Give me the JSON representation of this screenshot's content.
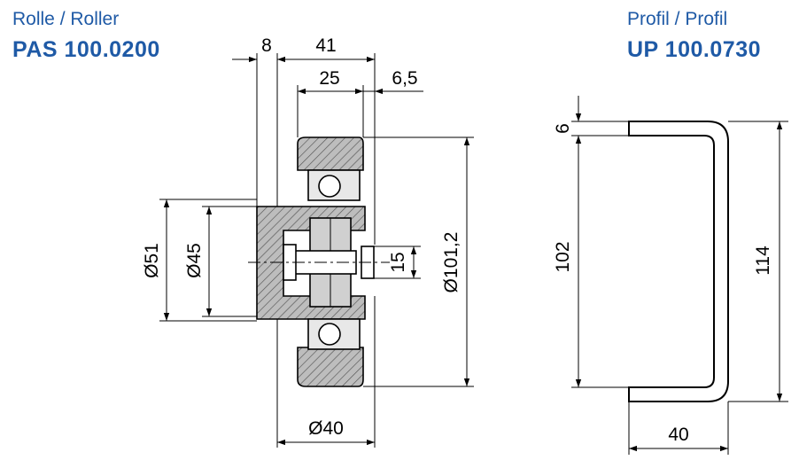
{
  "roller": {
    "label": "Rolle / Roller",
    "code": "PAS 100.0200"
  },
  "profile": {
    "label": "Profil / Profil",
    "code": "UP 100.0730"
  },
  "roller_dims": {
    "d8": "8",
    "d41": "41",
    "d25": "25",
    "d6_5": "6,5",
    "d101": "Ø101,2",
    "d15": "15",
    "d51": "Ø51",
    "d45": "Ø45",
    "d40": "Ø40"
  },
  "profile_dims": {
    "d6": "6",
    "d102": "102",
    "d114": "114",
    "d40": "40"
  },
  "colors": {
    "title": "#1f5aa6",
    "part_fill": "#bdbdbd",
    "hatch": "#555555"
  }
}
